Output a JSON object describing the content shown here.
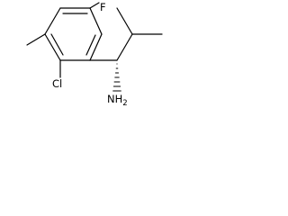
{
  "molecule": {
    "atoms": {
      "fluorine": "F",
      "chlorine": "Cl",
      "amine_main": "NH",
      "amine_sub": "2"
    }
  }
}
